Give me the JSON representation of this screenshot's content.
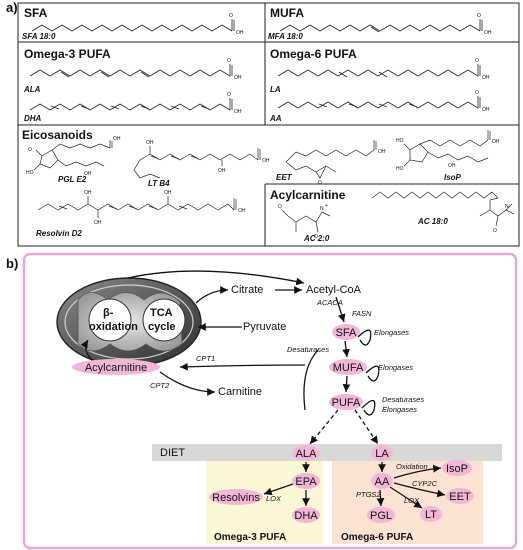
{
  "panel_a": {
    "label": "a)",
    "sfa": {
      "title": "SFA",
      "molecule": "SFA 18:0"
    },
    "mufa": {
      "title": "MUFA",
      "molecule": "MFA 18:0"
    },
    "omega3": {
      "title": "Omega-3 PUFA",
      "mol1": "ALA",
      "mol2": "DHA"
    },
    "omega6": {
      "title": "Omega-6 PUFA",
      "mol1": "LA",
      "mol2": "AA"
    },
    "eicosanoids": {
      "title": "Eicosanoids",
      "pge2": "PGL E2",
      "ltb4": "LT B4",
      "eet": "EET",
      "isop": "IsoP",
      "resolvin": "Resolvin D2"
    },
    "acylcarnitine": {
      "title": "Acylcarnitine",
      "ac2": "AC 2:0",
      "ac18": "AC 18:0"
    },
    "atoms": {
      "oh": "OH",
      "o": "O",
      "ho": "HO",
      "n": "N",
      "plus": "+"
    }
  },
  "panel_b": {
    "label": "b)",
    "mito": {
      "beta": "β-",
      "oxidation": "oxidation",
      "tca": "TCA",
      "cycle": "cycle"
    },
    "nodes": {
      "citrate": "Citrate",
      "acetylcoa": "Acetyl-CoA",
      "pyruvate": "Pyruvate",
      "acylcarnitine": "Acylcarnitine",
      "carnitine": "Carnitine",
      "sfa": "SFA",
      "mufa": "MUFA",
      "pufa": "PUFA",
      "ala": "ALA",
      "la": "LA",
      "epa": "EPA",
      "dha": "DHA",
      "resolvins": "Resolvins",
      "aa": "AA",
      "isop": "IsoP",
      "eet": "EET",
      "pgl": "PGL",
      "lt": "LT"
    },
    "enzymes": {
      "acaca": "ACACA",
      "fasn": "FASN",
      "elongases1": "Elongases",
      "elongases2": "Elongases",
      "desaturases1": "Desaturases",
      "desaturases2": "Desaturases",
      "elongases3": "Elongases",
      "cpt1": "CPT1",
      "cpt2": "CPT2",
      "lox1": "LOX",
      "oxidation": "Oxidation",
      "cyp2c": "CYP2C",
      "ptgs2": "PTGS2",
      "lox2": "LOX"
    },
    "diet": "DIET",
    "omega3_box": "Omega-3 PUFA",
    "omega6_box": "Omega-6 PUFA"
  },
  "colors": {
    "frame": "#e9a6cf",
    "node": "#f3b6d6",
    "omega3_bg": "#fbf7d6",
    "omega6_bg": "#fbe3d3",
    "diet_band": "#d8d8d8"
  }
}
